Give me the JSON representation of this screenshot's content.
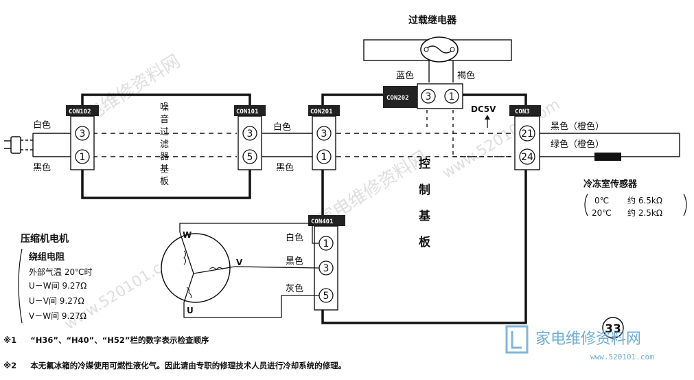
{
  "relay": {
    "label": "过载继电器",
    "left_wire": "蓝色",
    "right_wire": "褐色"
  },
  "connectors": {
    "con102": "CON102",
    "con101": "CON101",
    "con201": "CON201",
    "con202": "CON202",
    "con3": "CON3",
    "con401": "CON401"
  },
  "terminals": {
    "con102_top": "3",
    "con102_bottom": "1",
    "con101_top": "3",
    "con101_bottom": "5",
    "con201_top": "3",
    "con201_bottom": "1",
    "con202_top": "3",
    "con202_bottom": "1",
    "con3_top": "21",
    "con3_bottom": "24",
    "con401_a": "1",
    "con401_b": "3",
    "con401_c": "5"
  },
  "wires": {
    "plug_white": "白色",
    "plug_black": "黑色",
    "mid_white": "白色",
    "mid_black": "黑色",
    "sensor_black": "黑色（橙色）",
    "sensor_green": "绿色（橙色）",
    "motor_white": "白色",
    "motor_black": "黑色",
    "motor_gray": "灰色"
  },
  "noise_board": [
    "噪",
    "音",
    "过",
    "滤",
    "器",
    "基",
    "板"
  ],
  "control_board": [
    "控",
    "制",
    "基",
    "板"
  ],
  "dc_label": "DC5V",
  "sensor": {
    "title": "冷冻室传感器",
    "line1_temp": "0℃",
    "line1_val": "约 6.5kΩ",
    "line2_temp": "20℃",
    "line2_val": "约 2.5kΩ"
  },
  "motor": {
    "title": "压缩机电机",
    "sub": "绕组电阻",
    "cond": "外部气温 20℃时",
    "rows": [
      "U－W间 9.27Ω",
      "U－V间 9.27Ω",
      "V－W间 9.27Ω"
    ],
    "w": "W",
    "v": "V",
    "u": "U"
  },
  "page_number": "33",
  "notes": {
    "n1_mark": "※1",
    "n1": "“H36”、“H40”、“H52”栏的数字表示检查顺序",
    "n2_mark": "※2",
    "n2": "本无氟冰箱的冷媒使用可燃性液化气。因此请由专职的修理技术人员进行冷却系统的修理。"
  },
  "watermark": {
    "site": "家电维修资料网",
    "url": "www.520101.com",
    "logo_url": "www.520101.com"
  }
}
